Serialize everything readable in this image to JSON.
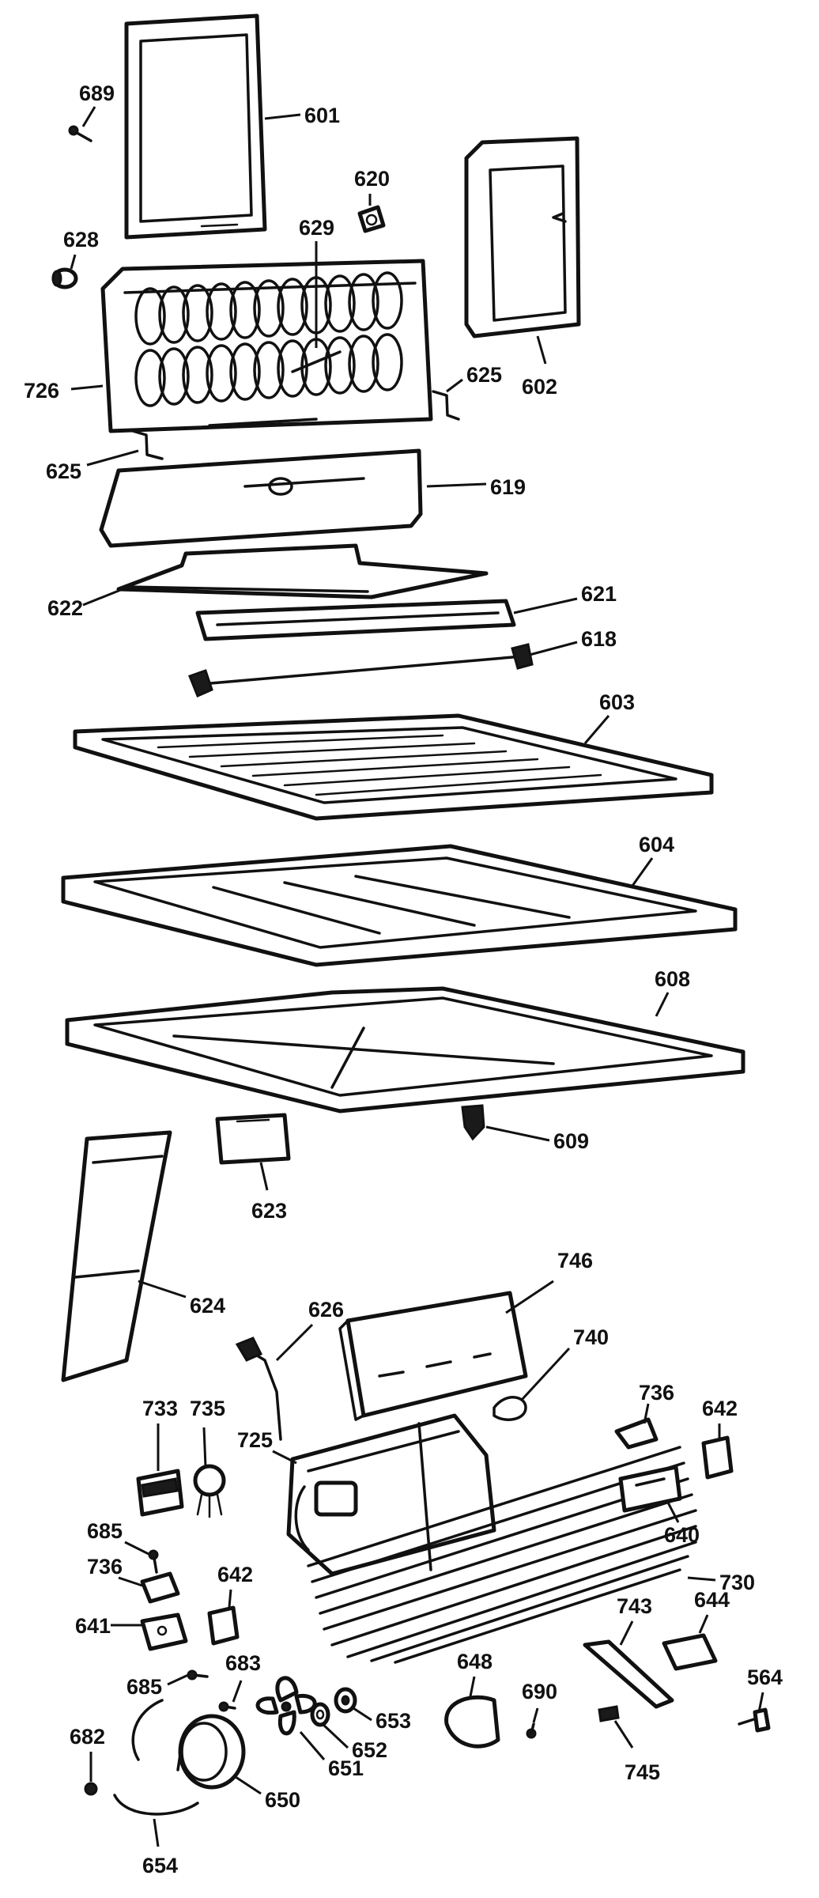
{
  "diagram": {
    "callouts": {
      "c601": "601",
      "c602": "602",
      "c603": "603",
      "c604": "604",
      "c608": "608",
      "c609": "609",
      "c618": "618",
      "c619": "619",
      "c620": "620",
      "c621": "621",
      "c622": "622",
      "c623": "623",
      "c624": "624",
      "c625a": "625",
      "c625b": "625",
      "c626": "626",
      "c628": "628",
      "c629": "629",
      "c641": "641",
      "c642a": "642",
      "c642b": "642",
      "c644": "644",
      "c648": "648",
      "c650": "650",
      "c651": "651",
      "c652": "652",
      "c653": "653",
      "c654": "654",
      "c564": "564",
      "c640": "640",
      "c682": "682",
      "c683": "683",
      "c685a": "685",
      "c685b": "685",
      "c689": "689",
      "c690": "690",
      "c725": "725",
      "c726": "726",
      "c730": "730",
      "c733": "733",
      "c735": "735",
      "c736a": "736",
      "c736b": "736",
      "c740": "740",
      "c743": "743",
      "c745": "745",
      "c746": "746"
    }
  }
}
